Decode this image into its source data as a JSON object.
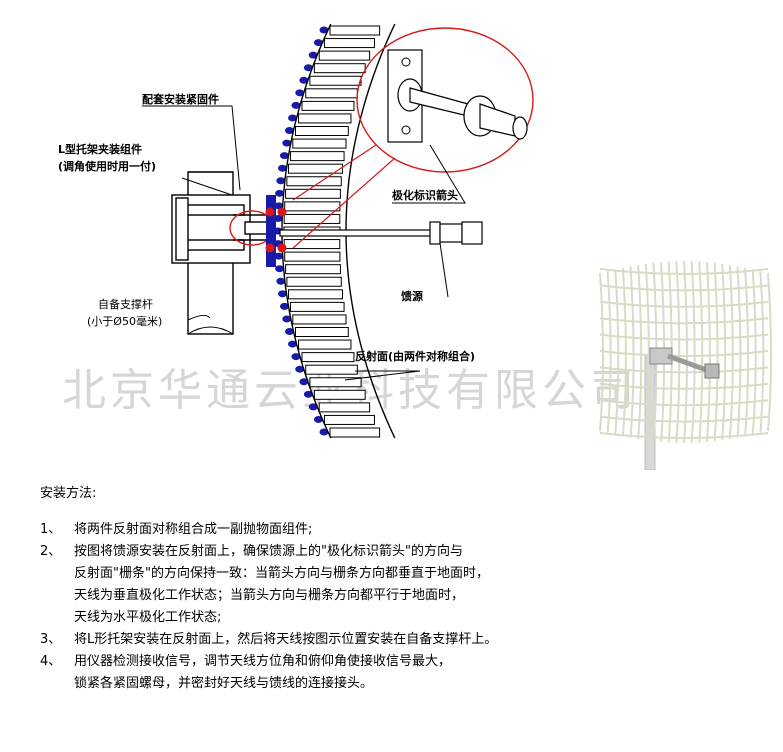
{
  "labels": {
    "fastener": "配套安装紧固件",
    "bracket_line1": "L型托架夹装组件",
    "bracket_line2": "(调角使用时用一付)",
    "polarization": "极化标识箭头",
    "feed": "馈源",
    "pole_line1": "自备支撑杆",
    "pole_line2": "(小于Ø50毫米)",
    "reflector": "反射面(由两件对称组合)"
  },
  "watermark": "北京华通云业科技有限公司",
  "instructions": {
    "title": "安装方法:",
    "steps": [
      {
        "num": "1、",
        "lines": [
          "将两件反射面对称组合成一副抛物面组件;"
        ]
      },
      {
        "num": "2、",
        "lines": [
          "按图将馈源安装在反射面上，确保馈源上的\"极化标识箭头\"的方向与",
          "反射面\"栅条\"的方向保持一致：当箭头方向与栅条方向都垂直于地面时，",
          "天线为垂直极化工作状态；当箭头方向与栅条方向都平行于地面时，",
          "天线为水平极化工作状态;"
        ]
      },
      {
        "num": "3、",
        "lines": [
          "将L形托架安装在反射面上，然后将天线按图示位置安装在自备支撑杆上。"
        ]
      },
      {
        "num": "4、",
        "lines": [
          "用仪器检测接收信号，调节天线方位角和俯仰角使接收信号最大，",
          "锁紧各紧固螺母，并密封好天线与馈线的连接接头。"
        ]
      }
    ]
  },
  "colors": {
    "blue": "#1a1aa8",
    "red": "#d81818",
    "line": "#000000",
    "watermark": "#d6d6d6",
    "photo_grid": "#dcd9c6"
  }
}
